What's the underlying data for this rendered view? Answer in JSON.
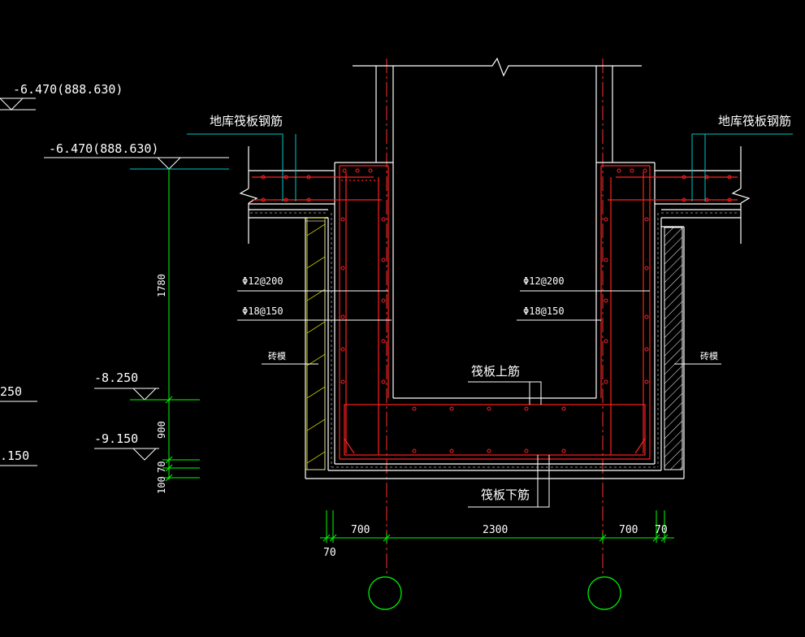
{
  "elevations": {
    "top_a": "-6.470(888.630)",
    "top_b": "-6.470(888.630)",
    "mid": "-8.250",
    "bottom": "-9.150",
    "left_clip_1": "250",
    "left_clip_2": ".150"
  },
  "labels": {
    "raft_rebar_left": "地库筏板钢筋",
    "raft_rebar_right": "地库筏板钢筋",
    "rebar_left_1": "Φ12@200",
    "rebar_left_2": "Φ18@150",
    "rebar_right_1": "Φ12@200",
    "rebar_right_2": "Φ18@150",
    "brick_form_left": "砖模",
    "brick_form_right": "砖模",
    "raft_top_bar": "筏板上筋",
    "raft_bottom_bar": "筏板下筋"
  },
  "vertical_dims": {
    "d1780": "1780",
    "d900": "900",
    "d70": "70",
    "d100": "100"
  },
  "horizontal_dims": {
    "d70_left": "70",
    "d700_left": "700",
    "d2300": "2300",
    "d700_right": "700",
    "d70_right": "70"
  },
  "colors": {
    "background": "#000000",
    "concrete": "#ffffff",
    "rebar": "#ff2020",
    "dimension": "#00ff00",
    "leader": "#00c8c8",
    "hatch": "#c8c800",
    "axis": "#ff3030"
  }
}
